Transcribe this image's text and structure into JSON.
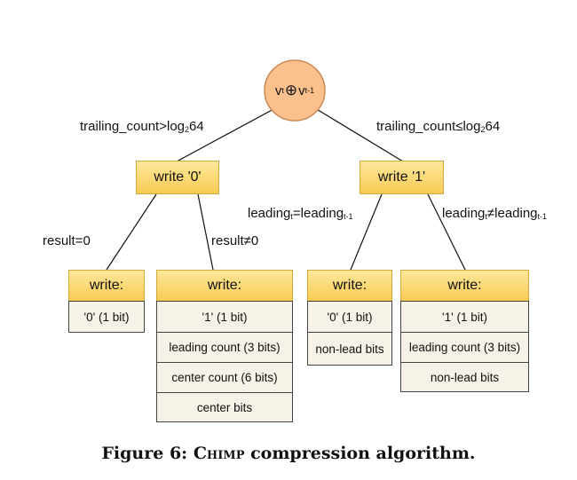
{
  "root": {
    "v": "v",
    "t_sub": "t",
    "xor": "⊕",
    "t1_sub": "t-1"
  },
  "left": {
    "edge_label": "trailing_count>log",
    "edge_sub": "2",
    "edge_tail": "64",
    "node": "write '0'",
    "result_zero": "result=0",
    "result_nonzero": "result≠0",
    "leaf_a": {
      "header": "write:",
      "rows": [
        "'0' (1 bit)"
      ]
    },
    "leaf_b": {
      "header": "write:",
      "rows": [
        "'1' (1 bit)",
        "leading count (3 bits)",
        "center count (6 bits)",
        "center bits"
      ]
    }
  },
  "right": {
    "edge_label": "trailing_count≤log",
    "edge_sub": "2",
    "edge_tail": "64",
    "node": "write '1'",
    "lead_eq": {
      "a": "leading",
      "a_sub": "t",
      "op": "=leading",
      "b_sub": "t-1"
    },
    "lead_ne": {
      "a": "leading",
      "a_sub": "t",
      "op": "≠leading",
      "b_sub": "t-1"
    },
    "leaf_c": {
      "header": "write:",
      "rows": [
        "'0' (1 bit)",
        "non-lead bits"
      ]
    },
    "leaf_d": {
      "header": "write:",
      "rows": [
        "'1' (1 bit)",
        "leading count (3 bits)",
        "non-lead bits"
      ]
    }
  },
  "caption": {
    "prefix": "Figure 6: ",
    "name": "Chimp",
    "suffix": " compression algorithm."
  }
}
